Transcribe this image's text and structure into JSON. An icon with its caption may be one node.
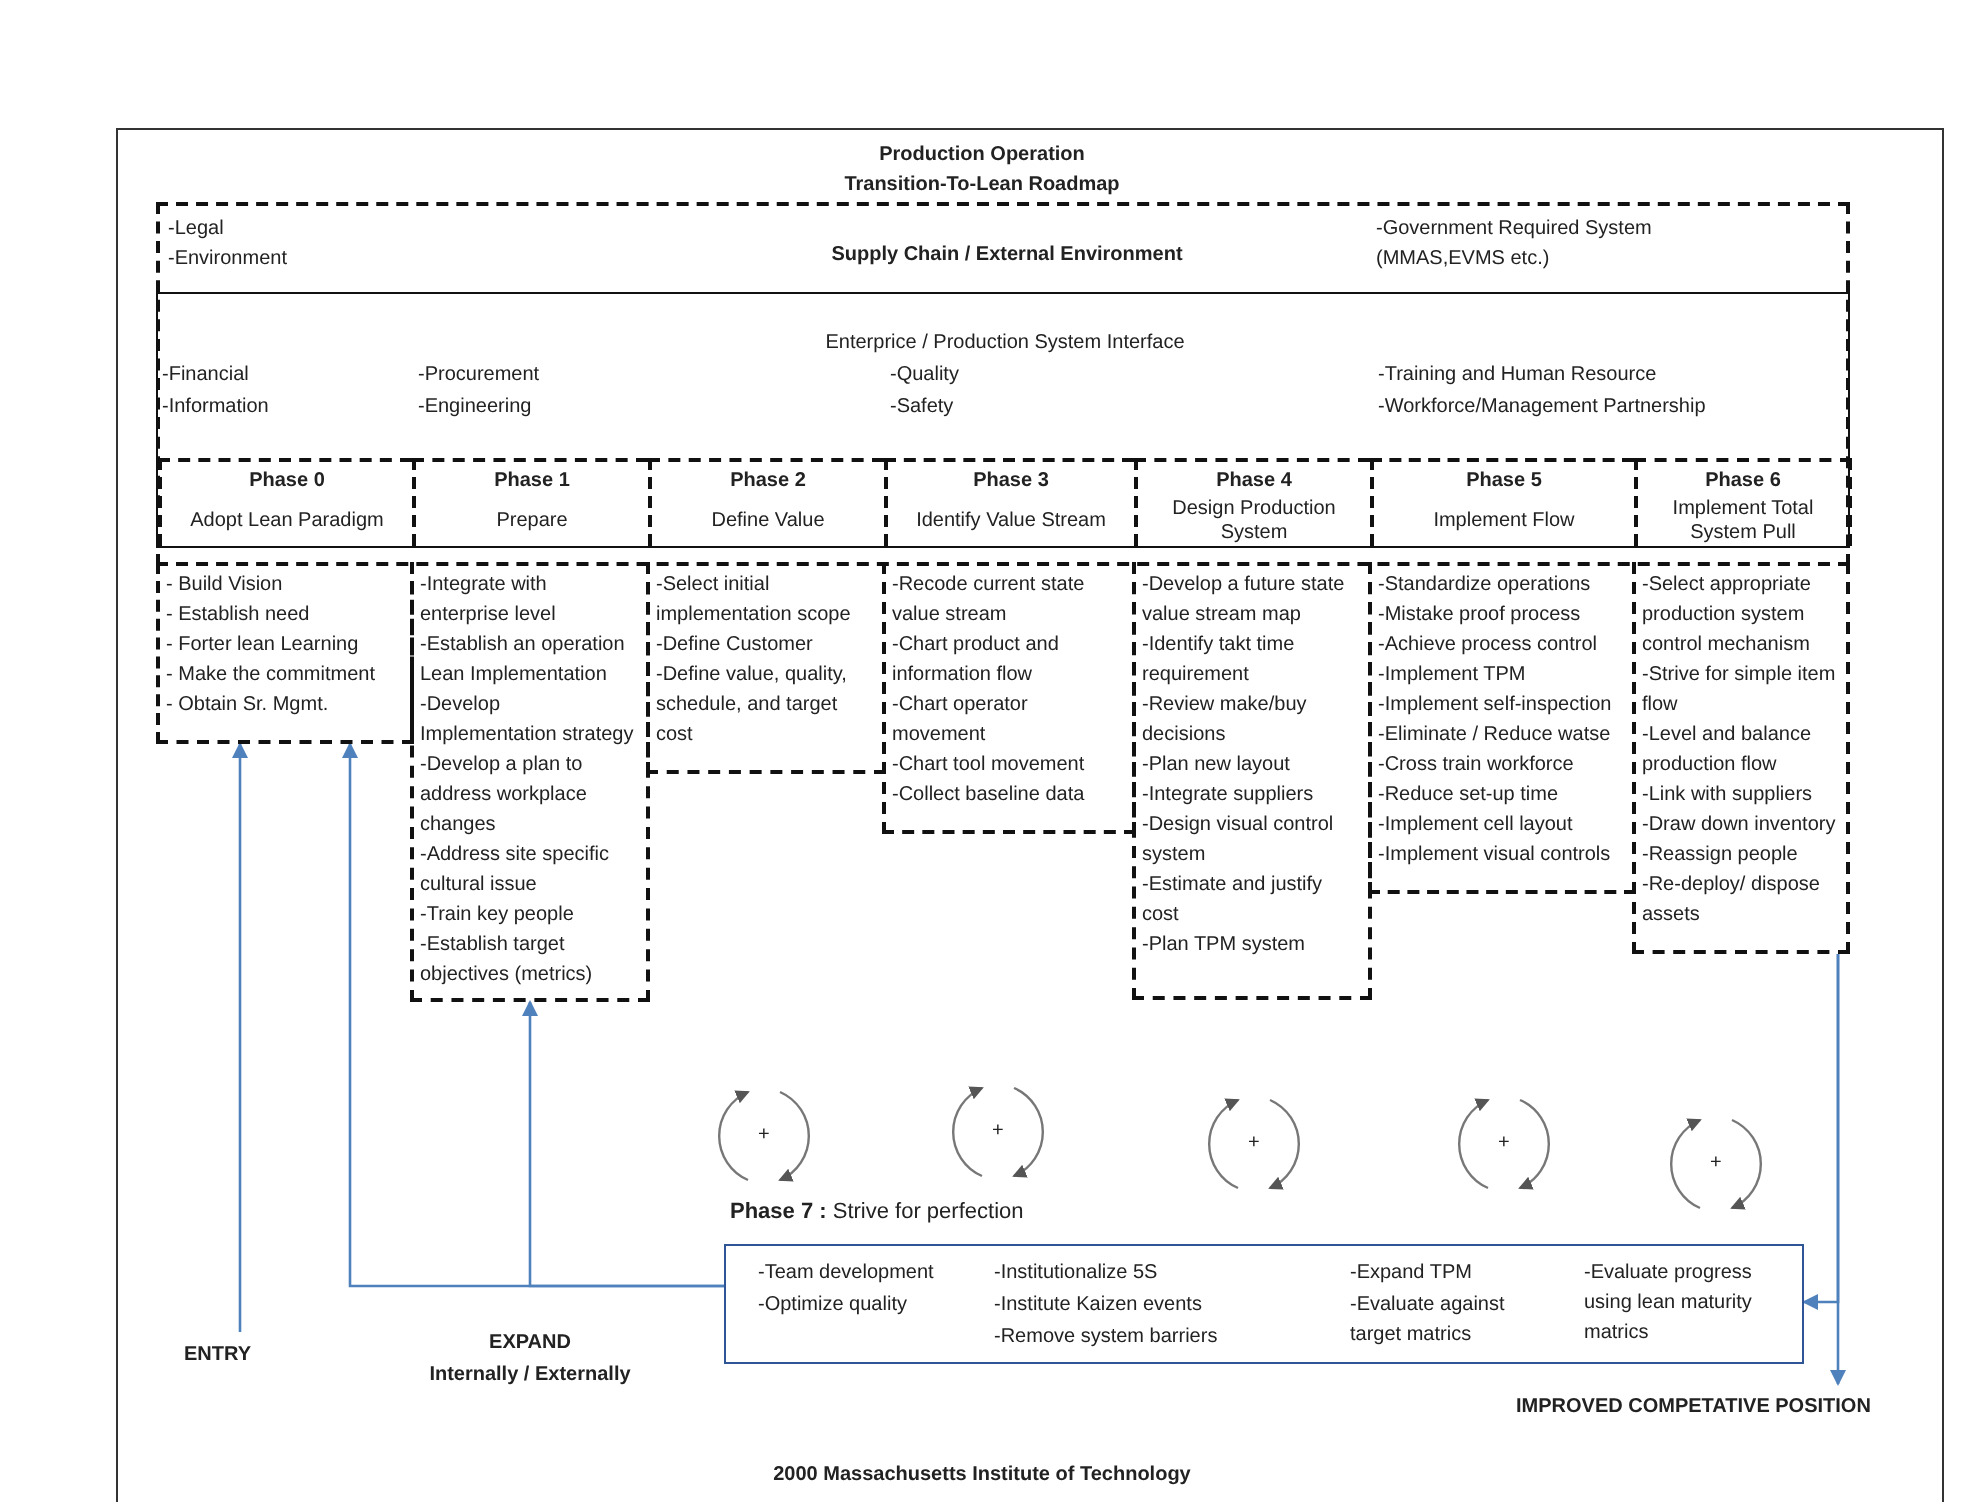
{
  "diagram": {
    "title": "Production Operation Transition-To-Lean Roadmap",
    "caption": "2000 Massachusetts Institute of Technology",
    "nodes": [
      {
        "text": [
          "-Legal",
          "-Environment",
          "Supply Chain / External Environment",
          "-Government Required System (MMAS,EVMS etc.)"
        ]
      },
      {
        "text": [
          "Enterprice / Production System Interface",
          "-Financial",
          "-Information",
          "-Procurement",
          "-Engineering",
          "-Quality",
          "-Safety",
          "-Training and Human Resource",
          "-Workforce/Management Partnership"
        ],
        "in": 0
      },
      {
        "text": [
          "Phase 0",
          "Adopt Lean Paradigm"
        ],
        "in": 1
      },
      {
        "text": [
          "Phase 1",
          "Prepare"
        ],
        "in": 1
      },
      {
        "text": [
          "Phase 2",
          "Define Value"
        ],
        "in": 1
      },
      {
        "text": [
          "Phase 3",
          "Identify Value Stream"
        ],
        "in": 1
      },
      {
        "text": [
          "Phase 4",
          "Design Production System"
        ],
        "in": 1
      },
      {
        "text": [
          "Phase 5",
          "Implement Flow"
        ],
        "in": 1
      },
      {
        "text": [
          "Phase 6",
          "Implement Total System Pull"
        ],
        "in": 1
      },
      {
        "text": [
          "- Build Vision",
          "- Establish need",
          "- Forter lean Learning",
          "- Make the commitment",
          "- Obtain Sr. Mgmt."
        ]
      },
      {
        "text": [
          "-Integrate with enterprise level",
          "-Establish an operation Lean Implementation",
          "-Develop Implementation strategy",
          "-Develop a plan to address workplace changes",
          "-Address site specific cultural issue",
          "-Train key people",
          "-Establish target objectives (metrics)"
        ]
      },
      {
        "text": [
          "-Select initial implementation scope",
          "-Define Customer",
          "-Define value, quality, schedule, and target cost"
        ]
      },
      {
        "text": [
          "-Recode current state value stream",
          "-Chart product and information flow",
          "-Chart operator movement",
          "-Chart tool movement",
          "-Collect baseline data"
        ]
      },
      {
        "text": [
          "-Develop a future state value stream map",
          "-Identify takt time requirement",
          "-Review make/buy decisions",
          "-Plan new layout",
          "-Integrate suppliers",
          "-Design visual control system",
          "-Estimate and justify cost",
          "-Plan TPM system"
        ]
      },
      {
        "text": [
          "-Standardize operations",
          "-Mistake proof process",
          "-Achieve process control",
          "-Implement TPM",
          "-Implement self-inspection",
          "-Eliminate / Reduce watse",
          "-Cross train workforce",
          "-Reduce set-up time",
          "-Implement cell layout",
          "-Implement visual controls"
        ]
      },
      {
        "text": [
          "-Select appropriate production system control mechanism",
          "-Strive for simple item flow",
          "-Level and balance production flow",
          "-Link with suppliers",
          "-Draw down inventory",
          "-Reassign people",
          "-Re-deploy/ dispose assets"
        ]
      },
      {
        "text": [
          "**Phase 7 :** Strive for perfection",
          "-Team development",
          "-Optimize quality",
          "-Institutionalize 5S",
          "-Institute Kaizen events",
          "-Remove system barriers",
          "-Expand TPM",
          "-Evaluate against target matrics",
          "-Evaluate progress using lean maturity matrics"
        ]
      },
      {
        "text": [
          "ENTRY"
        ]
      },
      {
        "text": [
          "IMPROVED COMPETATIVE POSITION"
        ]
      }
    ],
    "edges": [
      {
        "from": 17,
        "to": 9,
        "arrow": "to"
      },
      {
        "from": 16,
        "to": 9,
        "arrow": "to"
      },
      {
        "from": 16,
        "to": 10,
        "arrow": "to"
      },
      {
        "from": 15,
        "to": 16,
        "arrow": "to"
      },
      {
        "from": 15,
        "to": 18,
        "arrow": "to"
      }
    ],
    "labels": [
      "+",
      "+",
      "+",
      "+",
      "+",
      "EXPAND",
      "Internally / Externally"
    ]
  }
}
